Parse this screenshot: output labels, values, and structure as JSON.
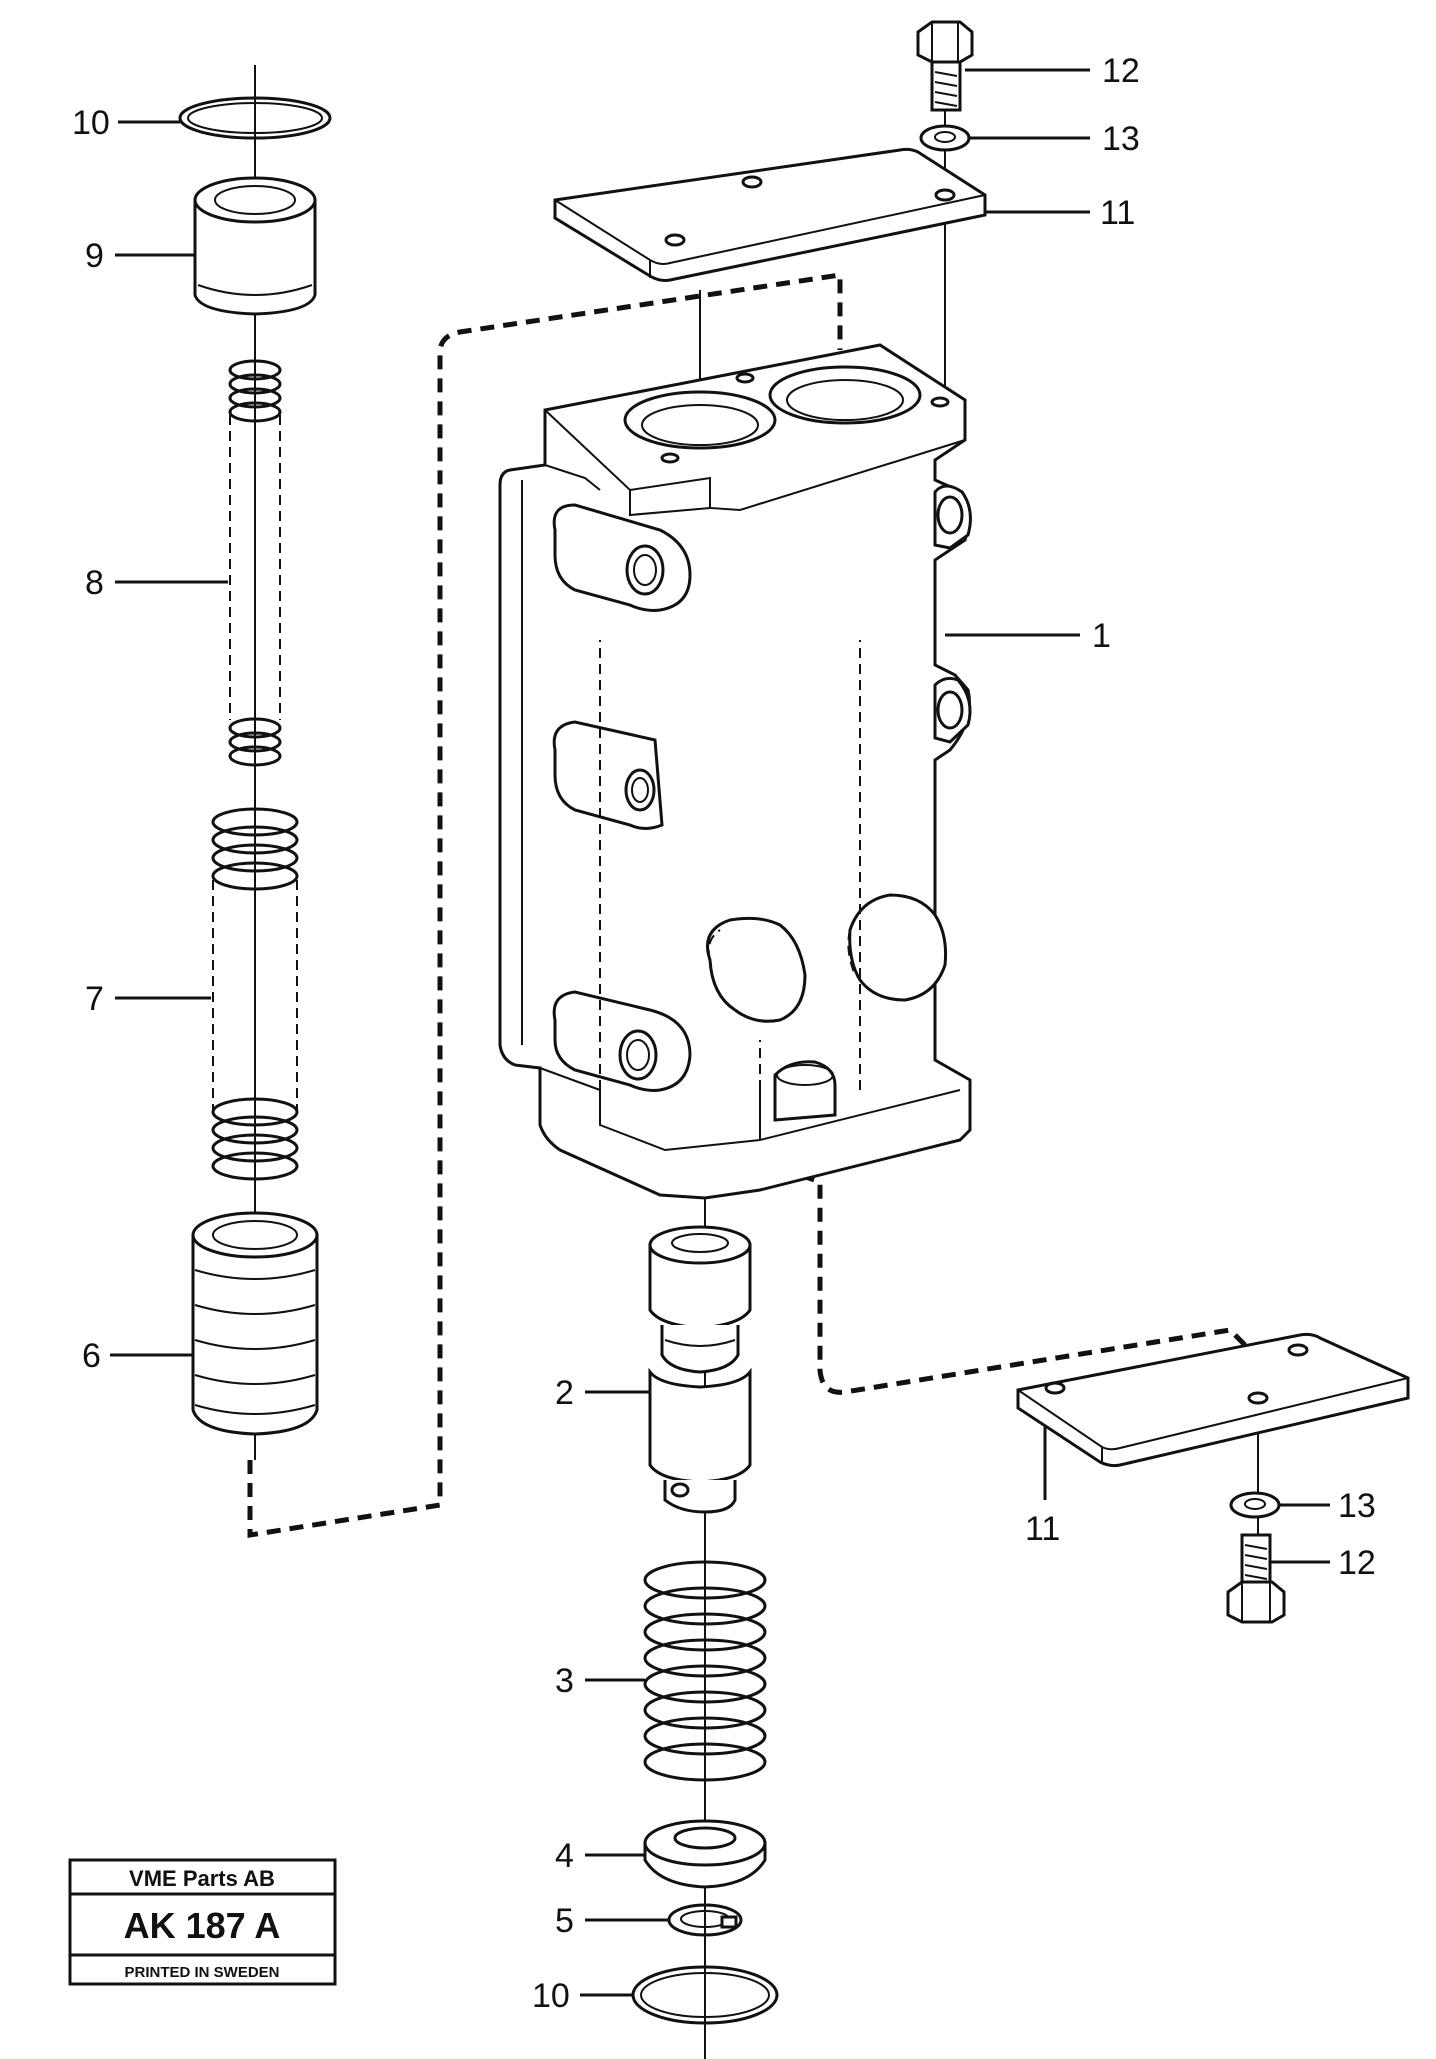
{
  "labels": {
    "p1": "1",
    "p2": "2",
    "p3": "3",
    "p4": "4",
    "p5": "5",
    "p6": "6",
    "p7": "7",
    "p8": "8",
    "p9": "9",
    "p10_top": "10",
    "p10_bottom": "10",
    "p11_top": "11",
    "p11_bottom": "11",
    "p12_top": "12",
    "p12_bottom": "12",
    "p13_top": "13",
    "p13_bottom": "13"
  },
  "stamp": {
    "company": "VME Parts AB",
    "code": "AK 187 A",
    "printed": "PRINTED IN SWEDEN"
  }
}
